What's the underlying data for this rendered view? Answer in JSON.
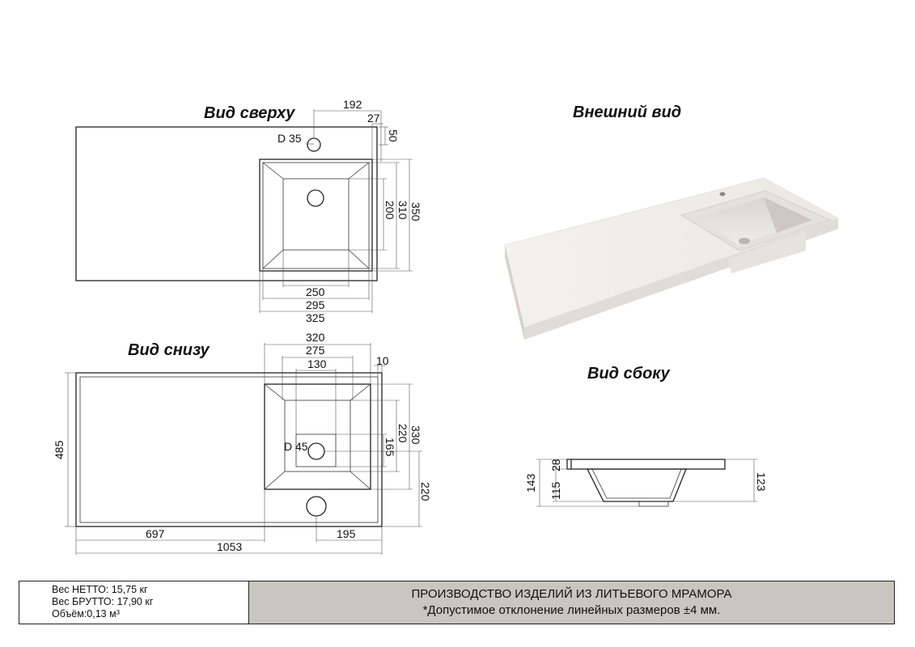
{
  "views": {
    "top_title": "Вид сверху",
    "exterior_title": "Внешний вид",
    "bottom_title": "Вид снизу",
    "side_title": "Вид сбоку"
  },
  "top_view": {
    "d_label": "D 35",
    "dims": {
      "d192": "192",
      "d27": "27",
      "d50": "50",
      "d350": "350",
      "d310": "310",
      "d200": "200",
      "d250": "250",
      "d295": "295",
      "d325": "325"
    }
  },
  "bottom_view": {
    "d_label": "D 45",
    "dims": {
      "d320": "320",
      "d275": "275",
      "d130": "130",
      "d10": "10",
      "d485": "485",
      "d330": "330",
      "d220a": "220",
      "d165": "165",
      "d220b": "220",
      "d697": "697",
      "d195": "195",
      "d1053": "1053"
    }
  },
  "side_view": {
    "dims": {
      "d143": "143",
      "d28": "28",
      "d115": "115",
      "d123": "123"
    }
  },
  "footer": {
    "net_weight": "Вес НЕТТО: 15,75 кг",
    "gross_weight": "Вес БРУТТО: 17,90 кг",
    "volume": "Объём:0,13 м³",
    "heading": "ПРОИЗВОДСТВО ИЗДЕЛИЙ ИЗ ЛИТЬЕВОГО МРАМОРА",
    "note": "*Допустимое отклонение линейных размеров ±4 мм."
  }
}
